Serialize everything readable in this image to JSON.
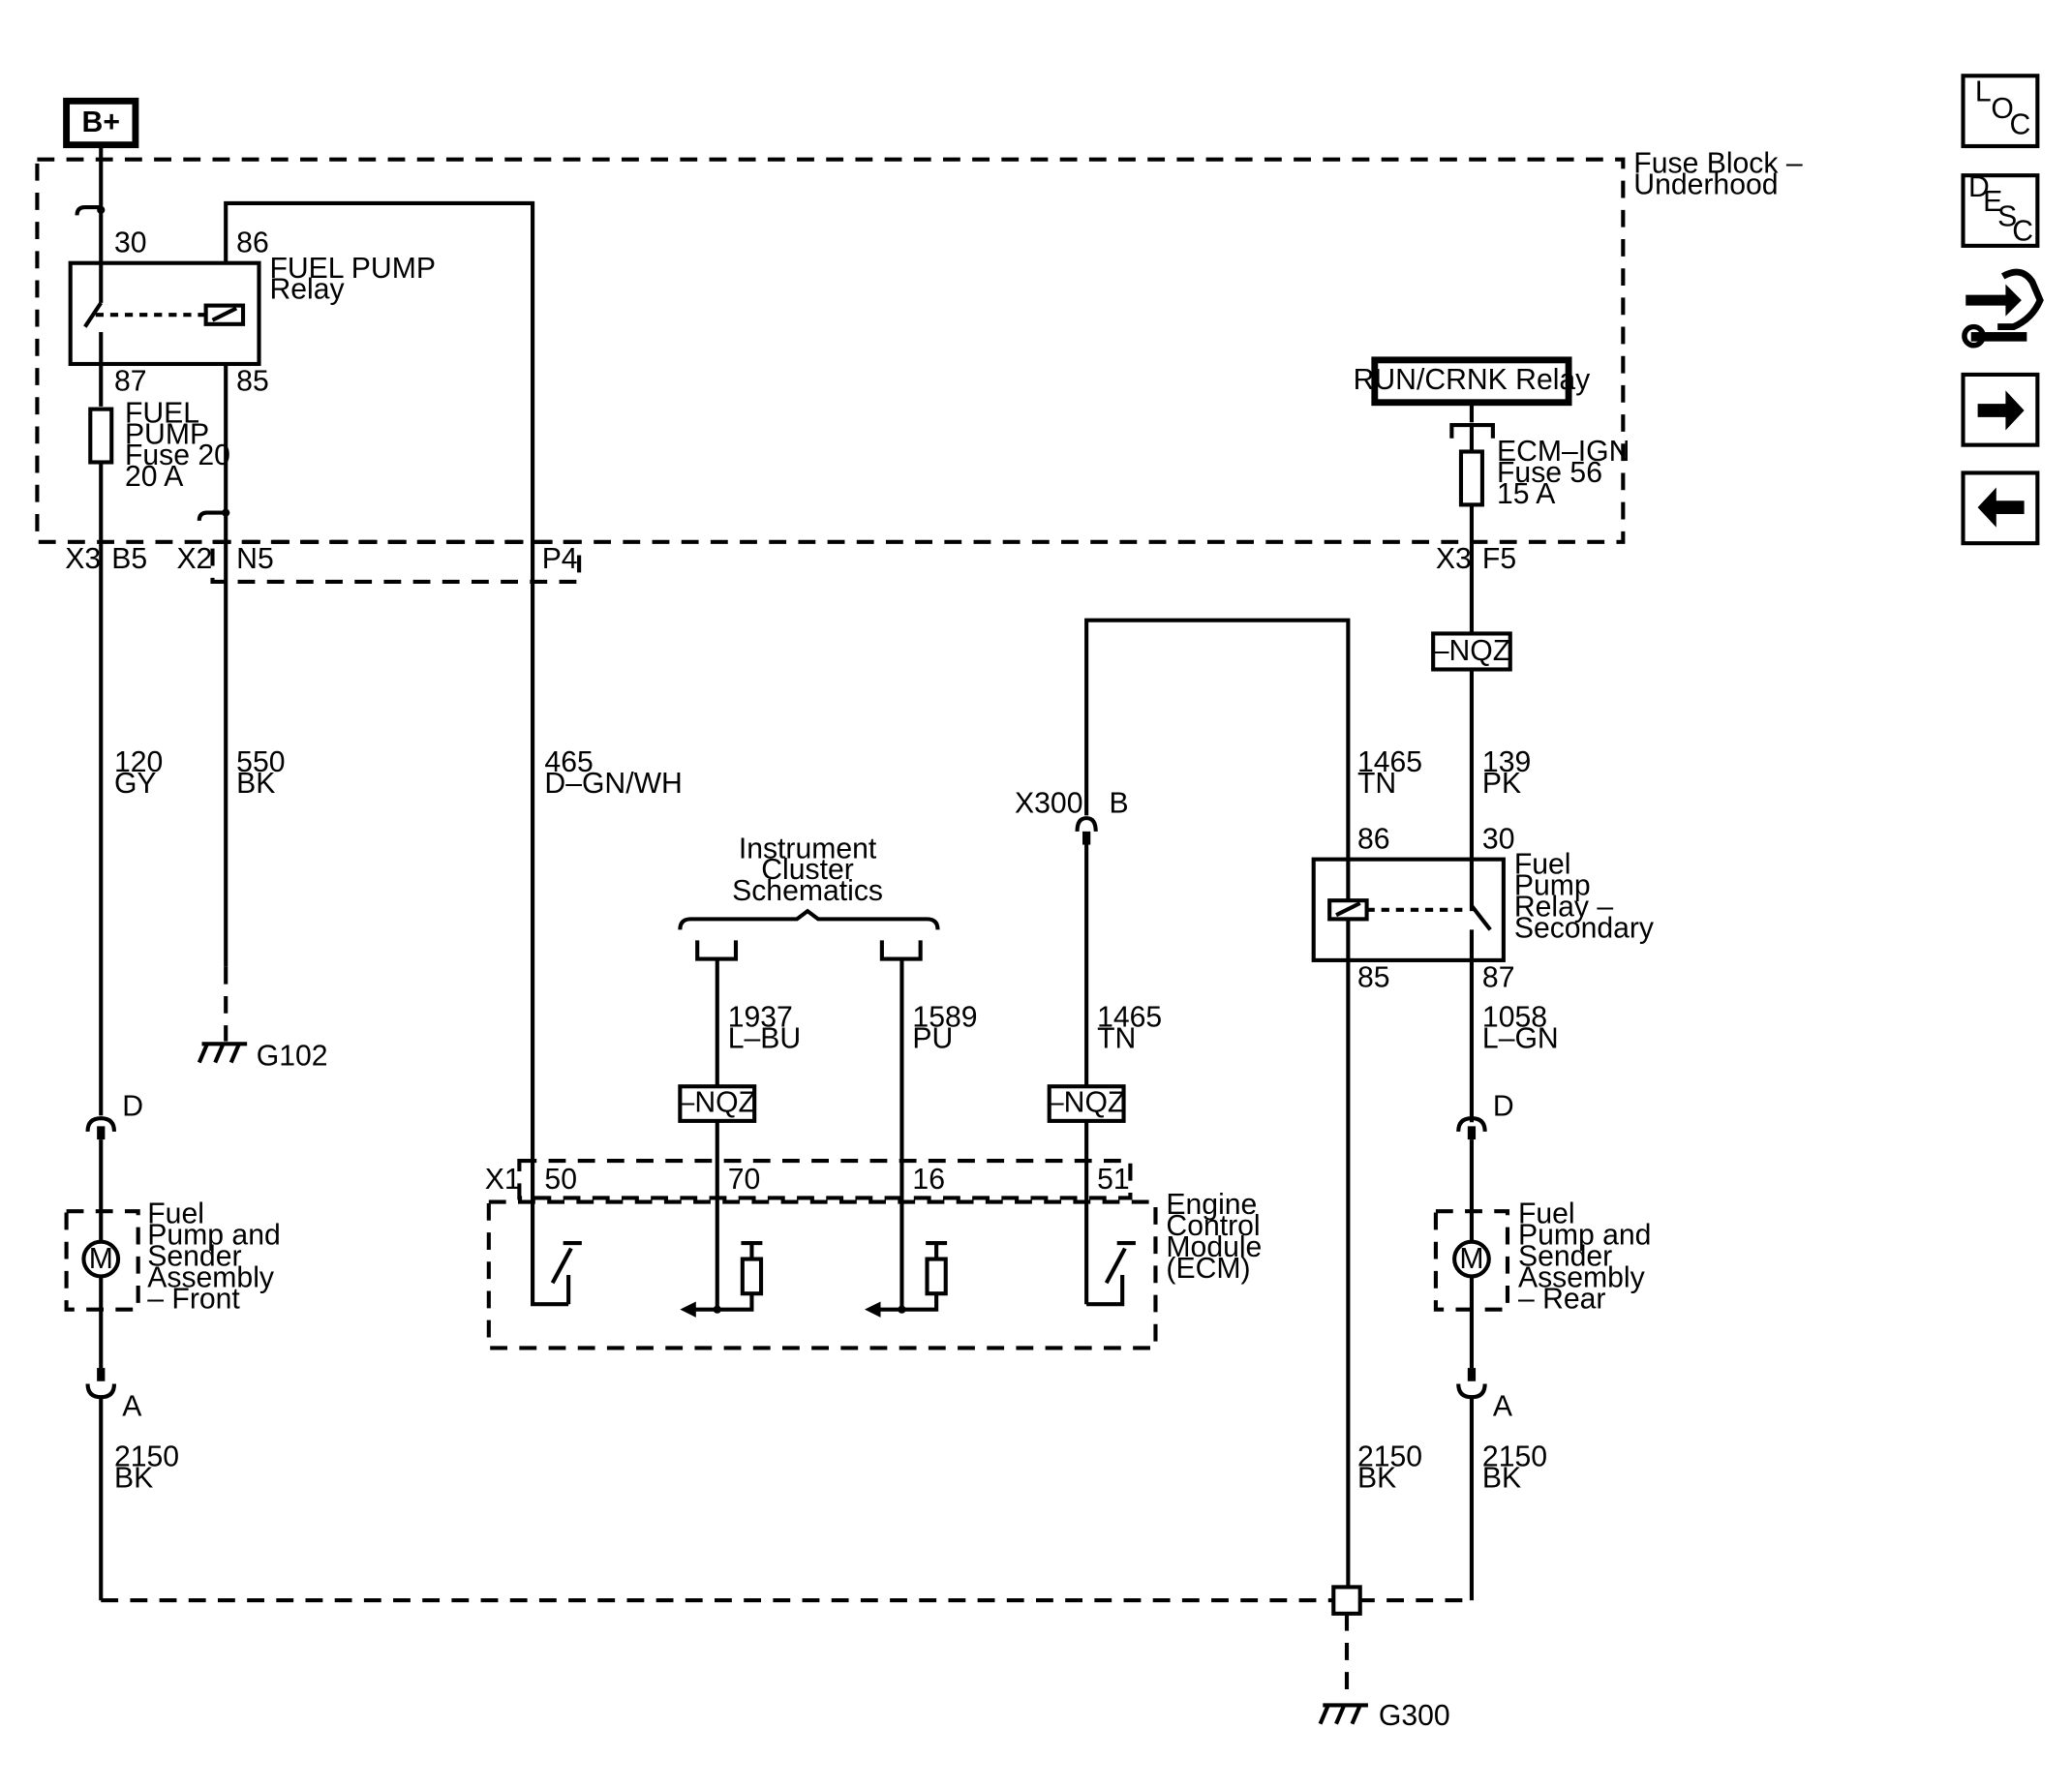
{
  "diagram": {
    "fuse_block": {
      "title_line1": "Fuse Block –",
      "title_line2": "Underhood"
    },
    "battery": {
      "label": "B+"
    },
    "fuel_pump_relay": {
      "name_line1": "FUEL PUMP",
      "name_line2": "Relay",
      "pin30": "30",
      "pin86": "86",
      "pin87": "87",
      "pin85": "85"
    },
    "fuel_pump_fuse": {
      "line1": "FUEL",
      "line2": "PUMP",
      "line3": "Fuse 20",
      "line4": "20 A"
    },
    "run_crnk_relay": {
      "label": "RUN/CRNK Relay"
    },
    "ecm_ign_fuse": {
      "line1": "ECM–IGN",
      "line2": "Fuse 56",
      "line3": "15 A"
    },
    "connectors": {
      "x3_left": "X3",
      "b5": "B5",
      "x2": "X2",
      "n5": "N5",
      "p4": "P4",
      "x3_right": "X3",
      "f5": "F5",
      "x300": "X300",
      "x300_pin": "B",
      "x1": "X1",
      "pin50": "50",
      "pin70": "70",
      "pin16": "16",
      "pin51": "51",
      "front_d": "D",
      "front_a": "A",
      "rear_d": "D",
      "rear_a": "A"
    },
    "wires": {
      "w120_num": "120",
      "w120_color": "GY",
      "w550_num": "550",
      "w550_color": "BK",
      "w465_num": "465",
      "w465_color": "D–GN/WH",
      "w1465a_num": "1465",
      "w1465a_color": "TN",
      "w139_num": "139",
      "w139_color": "PK",
      "w1937_num": "1937",
      "w1937_color": "L–BU",
      "w1589_num": "1589",
      "w1589_color": "PU",
      "w1465b_num": "1465",
      "w1465b_color": "TN",
      "w1058_num": "1058",
      "w1058_color": "L–GN",
      "w2150a_num": "2150",
      "w2150a_color": "BK",
      "w2150b_num": "2150",
      "w2150b_color": "BK",
      "w2150c_num": "2150",
      "w2150c_color": "BK"
    },
    "options": {
      "nqz_top": "–NQZ",
      "nqz_1937": "–NQZ",
      "nqz_1465": "–NQZ"
    },
    "instrument_cluster": {
      "line1": "Instrument",
      "line2": "Cluster",
      "line3": "Schematics"
    },
    "secondary_relay": {
      "line1": "Fuel",
      "line2": "Pump",
      "line3": "Relay –",
      "line4": "Secondary",
      "pin86": "86",
      "pin30": "30",
      "pin85": "85",
      "pin87": "87"
    },
    "ecm": {
      "line1": "Engine",
      "line2": "Control",
      "line3": "Module",
      "line4": "(ECM)"
    },
    "front_pump": {
      "motor": "M",
      "line1": "Fuel",
      "line2": "Pump and",
      "line3": "Sender",
      "line4": "Assembly",
      "line5": "– Front"
    },
    "rear_pump": {
      "motor": "M",
      "line1": "Fuel",
      "line2": "Pump and",
      "line3": "Sender",
      "line4": "Assembly",
      "line5": "– Rear"
    },
    "grounds": {
      "g102": "G102",
      "g300": "G300"
    }
  },
  "side_toolbar": {
    "loc": {
      "l": "L",
      "o": "O",
      "c": "C"
    },
    "desc": {
      "d": "D",
      "e": "E",
      "s": "S",
      "c": "C"
    }
  },
  "icons": [
    "connector-icon",
    "switch-icon",
    "resistor-icon",
    "relay-coil-icon",
    "fuse-icon",
    "motor-icon",
    "ground-icon",
    "splice-icon",
    "loc-icon",
    "desc-icon",
    "service-icon",
    "next-arrow-icon",
    "back-arrow-icon"
  ]
}
